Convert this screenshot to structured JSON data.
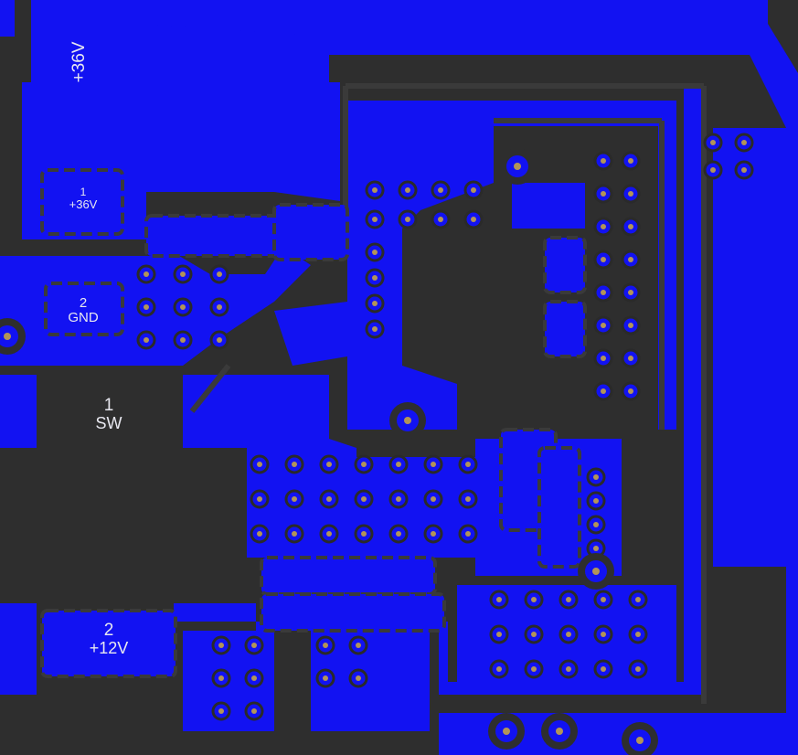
{
  "colors": {
    "copper": "#1212f2",
    "clearance": "#2e2e2e",
    "outline": "#3a3a3a",
    "via_ring": "#2a2a2a",
    "via_hole": "#b29458",
    "label_text": "#e8e8f0"
  },
  "labels": {
    "net_36v_vertical": "+36V",
    "pad1_num": "1",
    "pad1_name": "+36V",
    "pad2_num": "2",
    "pad2_name": "GND",
    "sw_num": "1",
    "sw_name": "SW",
    "v12_num": "2",
    "v12_name": "+12V"
  }
}
